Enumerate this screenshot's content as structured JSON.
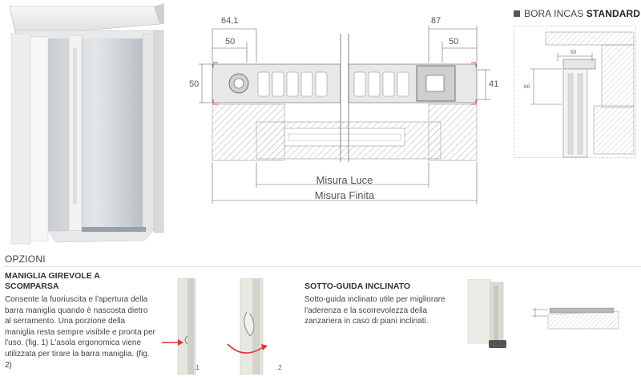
{
  "drawing": {
    "dim_left_total": "64,1",
    "dim_left_inner": "50",
    "dim_left_height": "50",
    "dim_right_total": "87",
    "dim_right_inner": "50",
    "dim_right_height": "41",
    "misura_luce": "Misura Luce",
    "misura_finita": "Misura Finita"
  },
  "detail": {
    "title_prefix": "BORA INCAS",
    "title_bold": "STANDARD",
    "dim_width": "50",
    "dim_height": "60"
  },
  "options": {
    "heading": "OPZIONI",
    "maniglia": {
      "title": "MANIGLIA GIREVOLE A SCOMPARSA",
      "text": "Consente la fuoriuscita e l'apertura della barra maniglia quando è nascosta dietro al serramento. Una porzione della maniglia resta sempre visibile e pronta per l'uso. (fig. 1) L'asola ergonomica viene utilizzata per tirare la barra maniglia. (fig. 2)",
      "fig1_label": ".1",
      "fig2_label": ".2"
    },
    "sottoguida": {
      "title": "SOTTO-GUIDA INCLINATO",
      "text": "Sotto-guida inclinato utile per migliorare l'aderenza e la scorrevolezza della zanzariera in caso di piani inclinati."
    }
  }
}
